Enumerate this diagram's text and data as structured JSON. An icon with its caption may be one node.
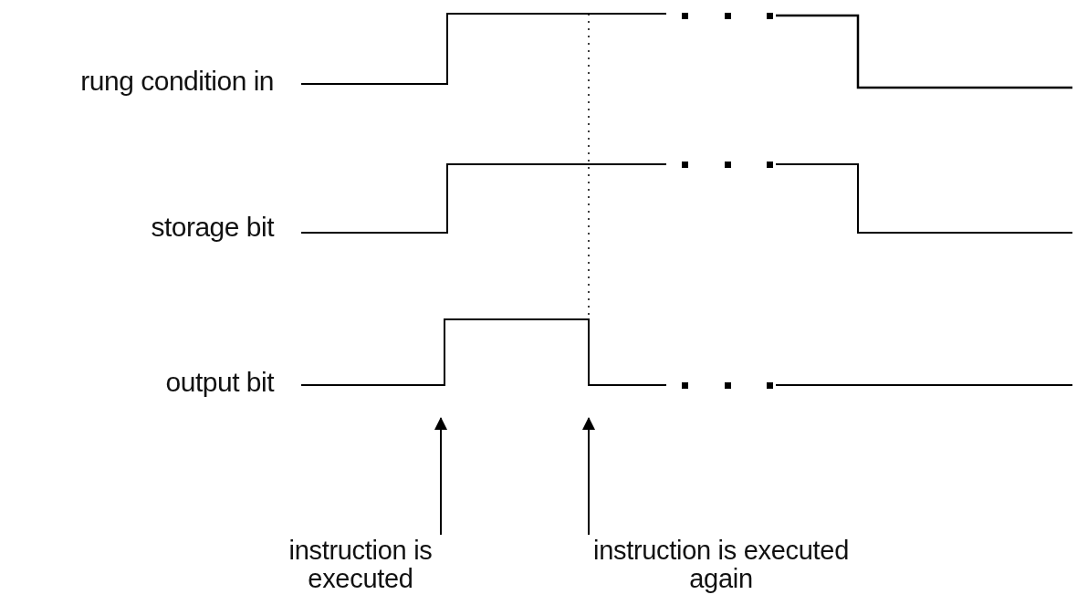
{
  "diagram": {
    "nodes": [
      {
        "text": [
          "instruction is executed"
        ]
      },
      {
        "text": [
          "instruction is executed again"
        ]
      }
    ],
    "edges": [
      {
        "from": 0,
        "to": null,
        "arrow": "to"
      },
      {
        "from": 1,
        "to": null,
        "arrow": "to"
      }
    ],
    "labels": [
      "rung condition in",
      "storage bit",
      "output bit"
    ]
  }
}
